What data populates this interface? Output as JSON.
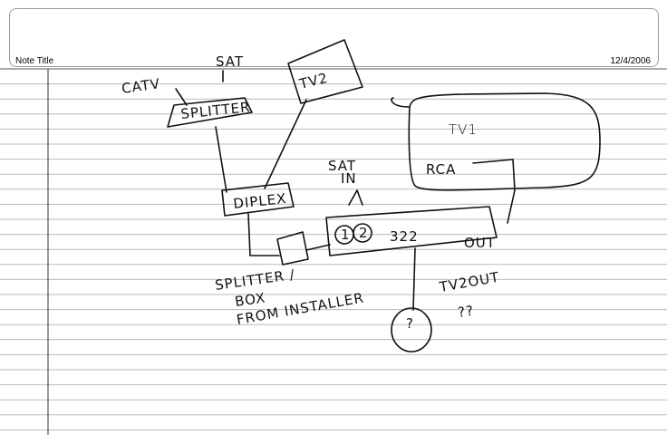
{
  "header": {
    "note_title": "Note Title",
    "date": "12/4/2006"
  },
  "diagram": {
    "labels": {
      "catv": "CATV",
      "sat": "SAT",
      "splitter": "SPLITTER",
      "tv2": "TV2",
      "tv1": "TV1",
      "rca": "RCA",
      "diplex": "DIPLEX",
      "sat_in_1": "SAT",
      "sat_in_2": "IN",
      "port_1": "1",
      "port_2": "2",
      "number": "322",
      "out": "OUT",
      "splitter_box_1": "SPLITTER /",
      "splitter_box_2": "BOX",
      "splitter_box_3": "FROM INSTALLER",
      "tv2out": "TV2OUT",
      "qq": "??",
      "q": "?"
    }
  }
}
